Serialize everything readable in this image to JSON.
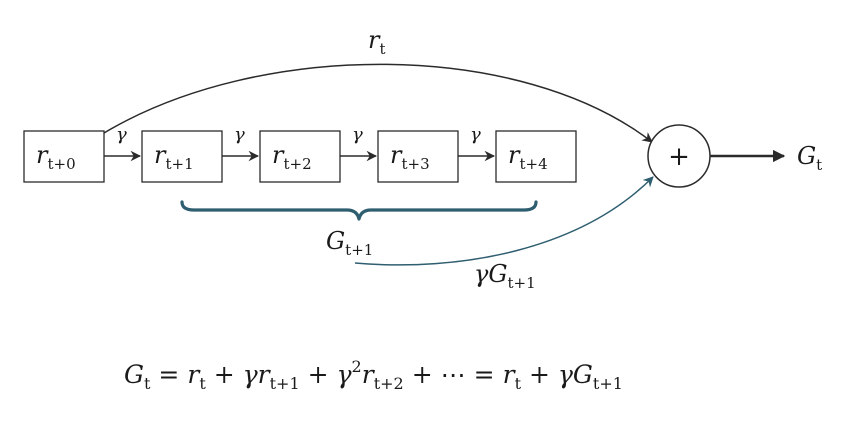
{
  "diagram": {
    "top_arc_label": {
      "base": "r",
      "sub": "t"
    },
    "boxes": [
      {
        "base": "r",
        "sub": "t+0"
      },
      {
        "base": "r",
        "sub": "t+1"
      },
      {
        "base": "r",
        "sub": "t+2"
      },
      {
        "base": "r",
        "sub": "t+3"
      },
      {
        "base": "r",
        "sub": "t+4"
      }
    ],
    "gamma_symbol": "γ",
    "sum_node_symbol": "+",
    "output_label": {
      "base": "G",
      "sub": "t"
    },
    "brace_label": {
      "base": "G",
      "sub": "t+1"
    },
    "feedback_label": {
      "prefix": "γ",
      "base": "G",
      "sub": "t+1"
    },
    "colors": {
      "ink": "#2b2b2b",
      "accent": "#2e5e70"
    }
  },
  "equation": {
    "lhs_base": "G",
    "lhs_sub": "t",
    "eq": "=",
    "t1_base": "r",
    "t1_sub": "t",
    "plus1": "+",
    "t2_gamma": "γ",
    "t2_base": "r",
    "t2_sub": "t+1",
    "plus2": "+",
    "t3_gamma": "γ",
    "t3_sup": "2",
    "t3_base": "r",
    "t3_sub": "t+2",
    "plus3": "+",
    "dots": "⋯",
    "eq2": "=",
    "t4_base": "r",
    "t4_sub": "t",
    "plus4": "+",
    "t5_gamma": "γ",
    "t5_base": "G",
    "t5_sub": "t+1"
  }
}
